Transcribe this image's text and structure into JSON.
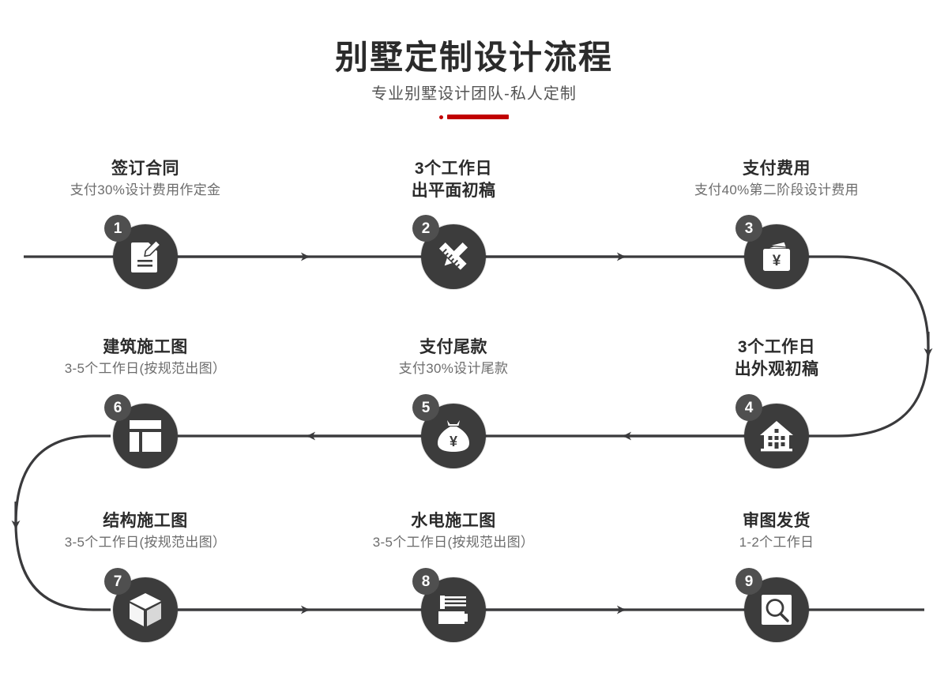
{
  "header": {
    "title": "别墅定制设计流程",
    "subtitle": "专业别墅设计团队-私人定制",
    "accent_color": "#c10000"
  },
  "theme": {
    "node_color": "#3c3c3c",
    "badge_color": "#4f4f4f",
    "line_color": "#3a3a3c",
    "heading_color": "#2b2b2b",
    "sub_color": "#6d6d6d",
    "background": "#ffffff"
  },
  "flow": {
    "direction_row1": "left-to-right",
    "direction_row2": "right-to-left",
    "direction_row3": "left-to-right",
    "steps": [
      {
        "number": "1",
        "heading": "签订合同",
        "sub": "支付30%设计费用作定金",
        "sub_emphasis": false,
        "icon": "document-pencil-icon",
        "row": 1,
        "column": 1
      },
      {
        "number": "2",
        "heading": "3个工作日",
        "sub": "出平面初稿",
        "sub_emphasis": true,
        "icon": "pencil-ruler-icon",
        "row": 1,
        "column": 2
      },
      {
        "number": "3",
        "heading": "支付费用",
        "sub": "支付40%第二阶段设计费用",
        "sub_emphasis": false,
        "icon": "wallet-yuan-icon",
        "row": 1,
        "column": 3
      },
      {
        "number": "4",
        "heading": "3个工作日",
        "sub": "出外观初稿",
        "sub_emphasis": true,
        "icon": "house-icon",
        "row": 2,
        "column": 3
      },
      {
        "number": "5",
        "heading": "支付尾款",
        "sub": "支付30%设计尾款",
        "sub_emphasis": false,
        "icon": "money-bag-icon",
        "row": 2,
        "column": 2
      },
      {
        "number": "6",
        "heading": "建筑施工图",
        "sub": "3-5个工作日(按规范出图）",
        "sub_emphasis": false,
        "icon": "floor-plan-icon",
        "row": 2,
        "column": 1
      },
      {
        "number": "7",
        "heading": "结构施工图",
        "sub": "3-5个工作日(按规范出图）",
        "sub_emphasis": false,
        "icon": "cube-icon",
        "row": 3,
        "column": 1
      },
      {
        "number": "8",
        "heading": "水电施工图",
        "sub": "3-5个工作日(按规范出图）",
        "sub_emphasis": false,
        "icon": "pipe-panel-icon",
        "row": 3,
        "column": 2
      },
      {
        "number": "9",
        "heading": "审图发货",
        "sub": "1-2个工作日",
        "sub_emphasis": false,
        "icon": "review-magnifier-icon",
        "row": 3,
        "column": 3
      }
    ]
  }
}
